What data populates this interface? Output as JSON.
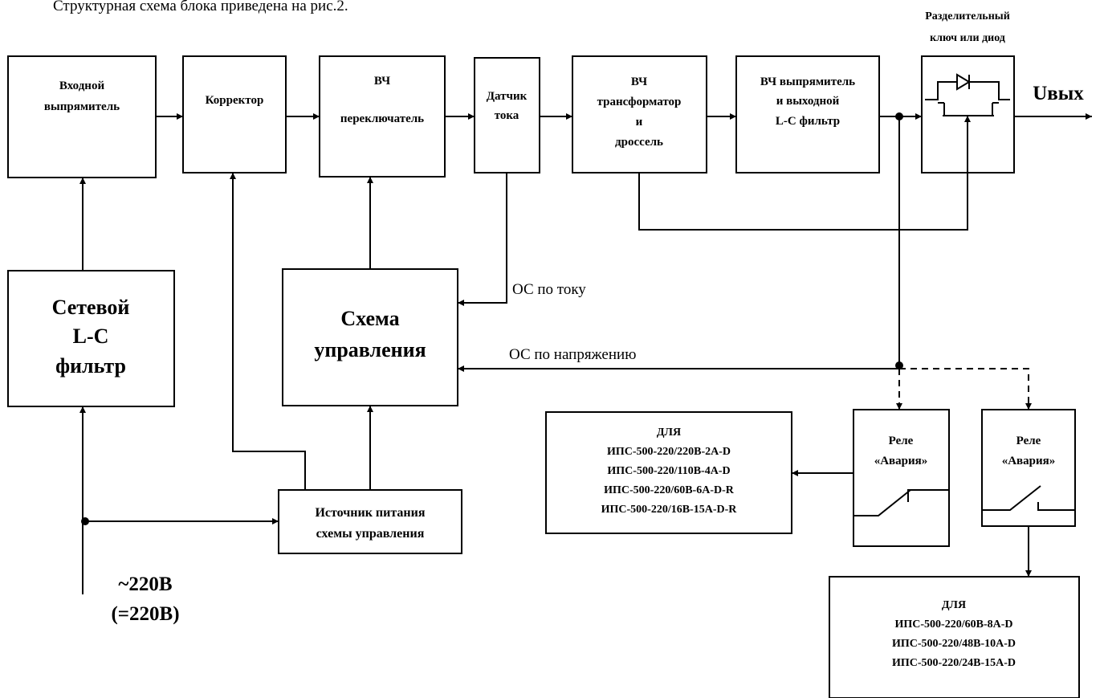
{
  "caption": "Структурная схема блока приведена на рис.2.",
  "blocks": {
    "input_rectifier": [
      "Входной",
      "выпрямитель"
    ],
    "corrector": [
      "Корректор"
    ],
    "hf_switch": [
      "ВЧ",
      "переключатель"
    ],
    "current_sensor": [
      "Датчик",
      "тока"
    ],
    "hf_transformer": [
      "ВЧ",
      "трансформатор",
      "и",
      "дроссель"
    ],
    "hf_rectifier": [
      "ВЧ выпрямитель",
      "и выходной",
      "L-C фильтр"
    ],
    "separation_switch_label": [
      "Разделительный",
      "ключ или диод"
    ],
    "mains_filter": [
      "Сетевой",
      "L-C",
      "фильтр"
    ],
    "control_circuit": [
      "Схема",
      "управления"
    ],
    "control_power": [
      "Источник питания",
      "схемы управления"
    ],
    "relay1": [
      "Реле",
      "«Авария»"
    ],
    "relay2": [
      "Реле",
      "«Авария»"
    ],
    "models_box1": [
      "ДЛЯ",
      "ИПС-500-220/220В-2А-D",
      "ИПС-500-220/110В-4А-D",
      "ИПС-500-220/60В-6А-D-R",
      "ИПС-500-220/16В-15А-D-R"
    ],
    "models_box2": [
      "ДЛЯ",
      "ИПС-500-220/60В-8А-D",
      "ИПС-500-220/48В-10А-D",
      "ИПС-500-220/24В-15А-D"
    ]
  },
  "labels": {
    "output": "Uвых",
    "current_feedback": "ОС по току",
    "voltage_feedback": "ОС по напряжению",
    "input_ac": "~220В",
    "input_dc": "(=220В)"
  }
}
